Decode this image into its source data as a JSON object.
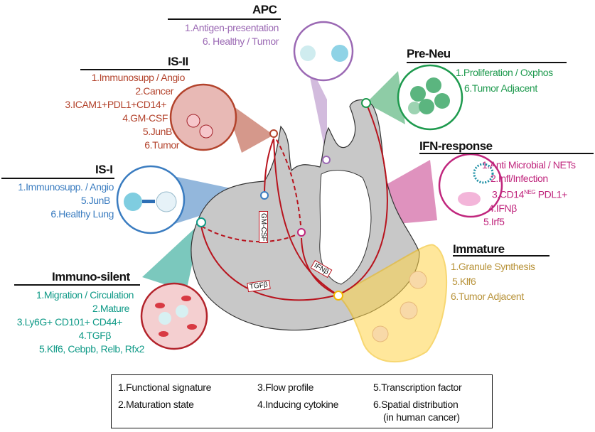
{
  "colors": {
    "apc": "#9b69b4",
    "is2": "#b3432c",
    "is1": "#3a7cc0",
    "preneu": "#1e9a4e",
    "ifn": "#c0267d",
    "immature": "#b8933a",
    "silent": "#0f9a87",
    "arrow": "#b8141e",
    "land": "#c8c8c8"
  },
  "clusters": {
    "apc": {
      "title": "APC",
      "lines": [
        "1.Antigen-presentation",
        "6. Healthy / Tumor"
      ]
    },
    "is2": {
      "title": "IS-II",
      "lines": [
        "1.Immunosupp / Angio",
        "2.Cancer",
        "3.ICAM1+PDL1+CD14+",
        "4.GM-CSF",
        "5.JunB",
        "6.Tumor"
      ]
    },
    "is1": {
      "title": "IS-I",
      "lines": [
        "1.Immunosupp. / Angio",
        "5.JunB",
        "6.Healthy Lung"
      ]
    },
    "preneu": {
      "title": "Pre-Neu",
      "lines": [
        "1.Proliferation / Oxphos",
        "6.Tumor Adjacent"
      ]
    },
    "ifn": {
      "title": "IFN-response",
      "lines": [
        "1.Anti Microbial / NETs",
        "2.Infl/Infection",
        "3.CD14",
        "NEG",
        "PDL1+",
        "4.IFNβ",
        "5.Irf5"
      ]
    },
    "immature": {
      "title": "Immature",
      "lines": [
        "1.Granule Synthesis",
        "5.Klf6",
        "6.Tumor Adjacent"
      ]
    },
    "silent": {
      "title": "Immuno-silent",
      "lines": [
        "1.Migration / Circulation",
        "2.Mature",
        "3.Ly6G+ CD101+ CD44+",
        "4.TGFβ",
        "5.Klf6, Cebpb, Relb, Rfx2"
      ]
    }
  },
  "cytokine_tags": {
    "gmcsf": "GM-CSF",
    "ifnb": "IFNβ",
    "tgfb": "TGFβ"
  },
  "legend": [
    "1.Functional signature",
    "2.Maturation state",
    "3.Flow profile",
    "4.Inducing cytokine",
    "5.Transcription factor",
    "6.Spatial distribution",
    "(in human cancer)"
  ]
}
